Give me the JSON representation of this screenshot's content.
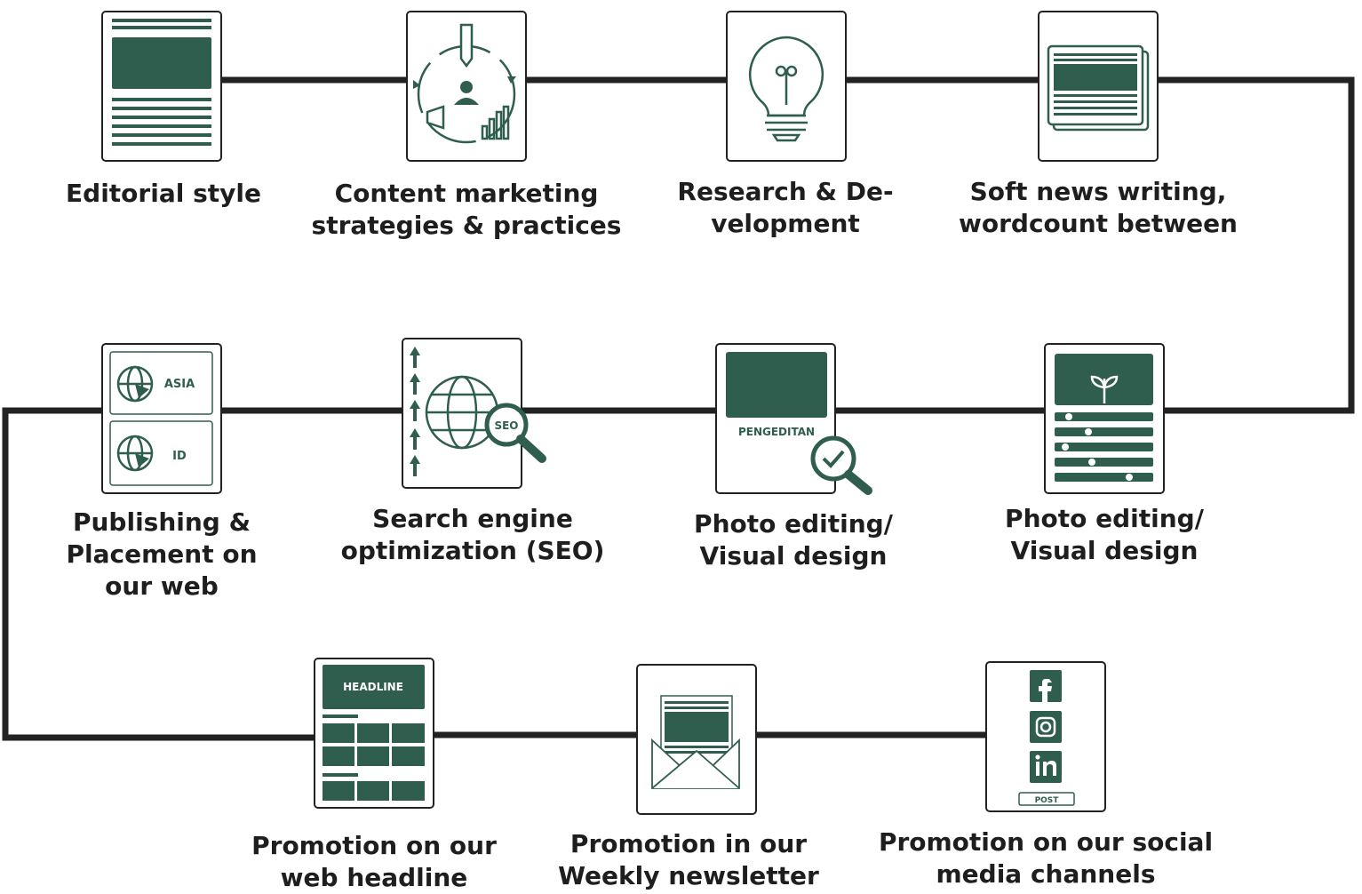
{
  "colors": {
    "accent": "#2f5e4e",
    "line": "#222222",
    "text": "#1e1e1e"
  },
  "steps": [
    {
      "icon": "editorial-document-icon",
      "label": [
        "Editorial style"
      ]
    },
    {
      "icon": "content-marketing-cycle-icon",
      "label": [
        "Content marketing",
        "strategies & practices"
      ]
    },
    {
      "icon": "lightbulb-icon",
      "label": [
        "Research & De-",
        "velopment"
      ]
    },
    {
      "icon": "newspaper-icon",
      "label": [
        "Soft news writing,",
        "wordcount between"
      ]
    },
    {
      "icon": "plant-list-document-icon",
      "label": [
        "Photo editing/",
        "Visual design"
      ]
    },
    {
      "icon": "photo-check-magnifier-icon",
      "label": [
        "Photo editing/",
        "Visual design"
      ],
      "tag": "PENGEDITAN"
    },
    {
      "icon": "seo-globe-magnifier-icon",
      "label": [
        "Search engine",
        "optimization (SEO)"
      ],
      "tag": "SEO"
    },
    {
      "icon": "globe-regions-icon",
      "label": [
        "Publishing &",
        "Placement on",
        "our web"
      ],
      "tags": [
        "ASIA",
        "ID"
      ]
    },
    {
      "icon": "headline-grid-icon",
      "label": [
        "Promotion on our",
        "web headline"
      ],
      "tag": "HEADLINE"
    },
    {
      "icon": "envelope-newsletter-icon",
      "label": [
        "Promotion in our",
        "Weekly newsletter"
      ]
    },
    {
      "icon": "social-media-icons",
      "label": [
        "Promotion on our social",
        "media channels"
      ],
      "tag": "POST"
    }
  ]
}
